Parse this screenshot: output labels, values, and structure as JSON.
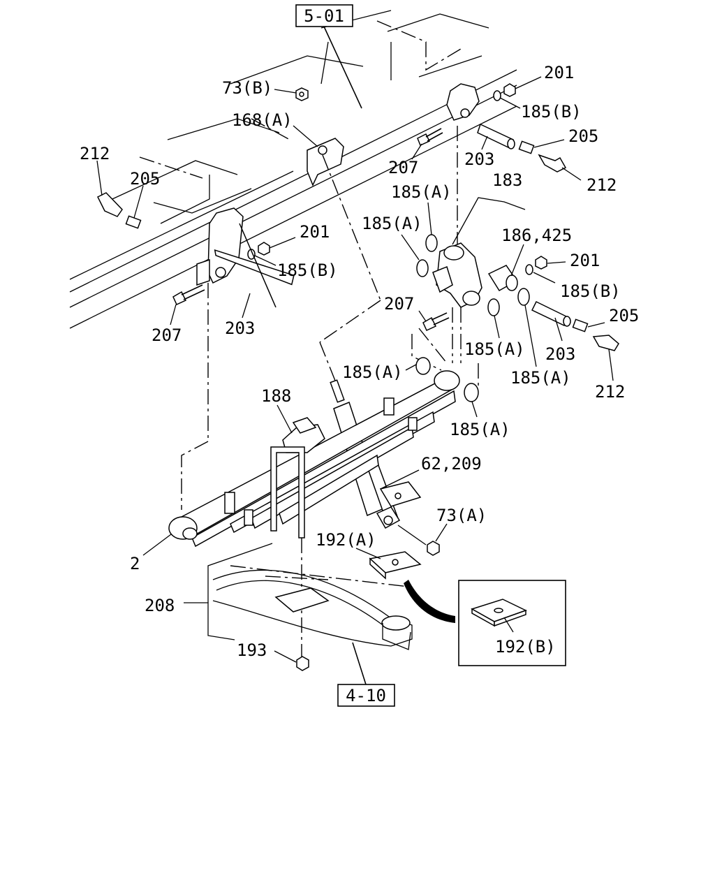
{
  "refs": {
    "frame": "5-01",
    "axle": "4-10"
  },
  "labels": {
    "nut_73b": "73(B)",
    "bracket_168a": "168(A)",
    "nut_201_top": "201",
    "bush_185b_top": "185(B)",
    "fitting_205_top": "205",
    "bolt_207_top": "207",
    "pin_203_top": "203",
    "grease_212_top": "212",
    "grease_212_left": "212",
    "fitting_205_left": "205",
    "nut_201_left": "201",
    "bush_185b_left": "185(B)",
    "bolt_207_left": "207",
    "pin_203_left": "203",
    "washer_185a_1": "185(A)",
    "shackle_183": "183",
    "washer_185a_2": "185(A)",
    "bush_186_425": "186,425",
    "nut_201_right": "201",
    "bush_185b_right": "185(B)",
    "bolt_207_right": "207",
    "fitting_205_right": "205",
    "washer_185a_3": "185(A)",
    "pin_203_right": "203",
    "washer_185a_4": "185(A)",
    "washer_185a_5": "185(A)",
    "grease_212_right": "212",
    "washer_185a_6": "185(A)",
    "bumper_188": "188",
    "absorber_62_209": "62,209",
    "nut_73a": "73(A)",
    "plate_192a": "192(A)",
    "spring_2": "2",
    "ubolt_208": "208",
    "nut_193": "193",
    "plate_192b": "192(B)"
  }
}
